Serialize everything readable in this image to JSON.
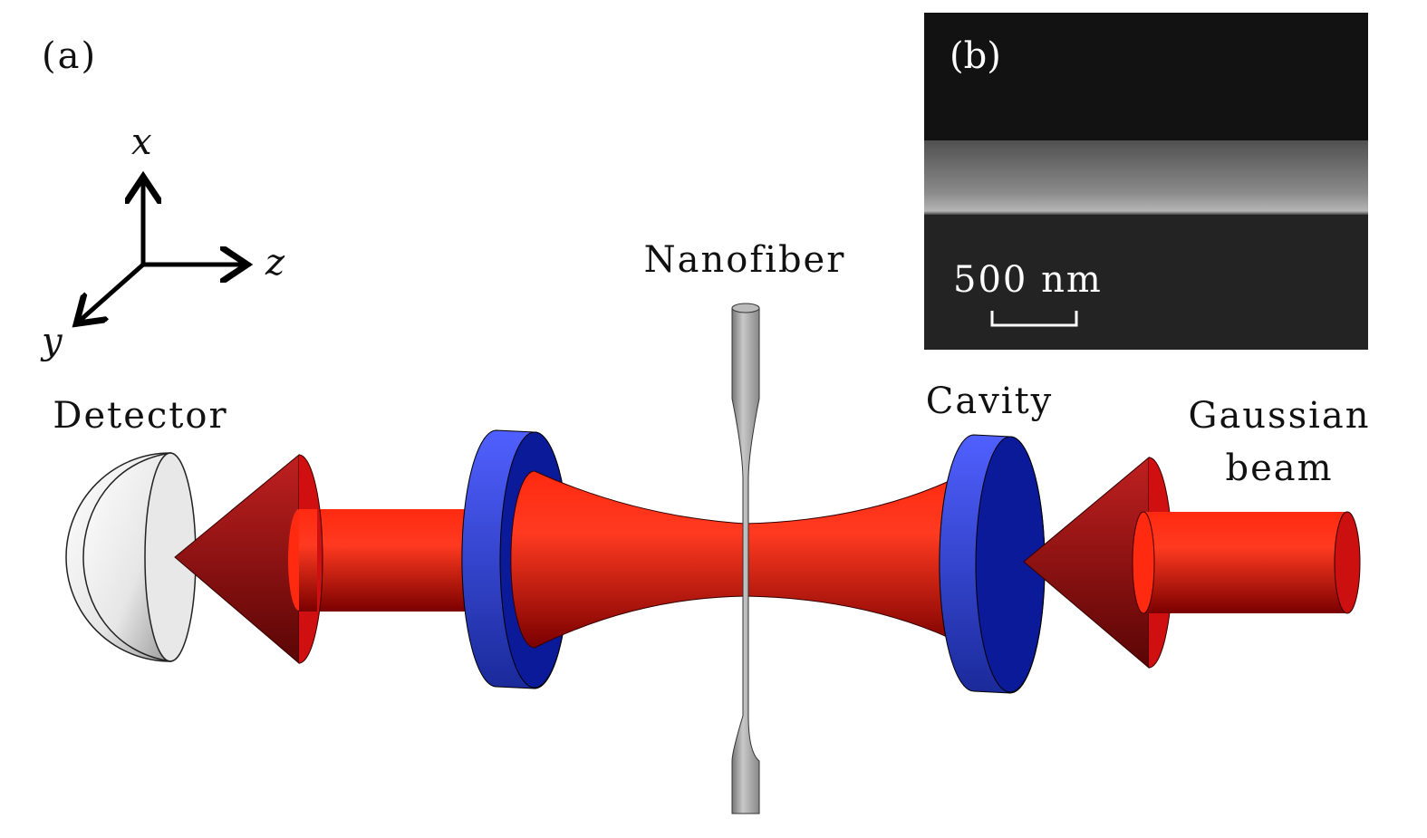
{
  "panel_a": {
    "label": "(a)",
    "axes": {
      "x": "x",
      "y": "y",
      "z": "z"
    },
    "labels": {
      "nanofiber": "Nanofiber",
      "detector": "Detector",
      "cavity": "Cavity",
      "gaussian_line1": "Gaussian",
      "gaussian_line2": "beam"
    }
  },
  "panel_b": {
    "label": "(b)",
    "scale_bar": "500 nm"
  },
  "colors": {
    "beam": "#ff1a00",
    "mirror": "#3344ff",
    "mirror_dark": "#0a1a99",
    "fiber": "#a8a8a8",
    "sem_bg": "#232323"
  }
}
